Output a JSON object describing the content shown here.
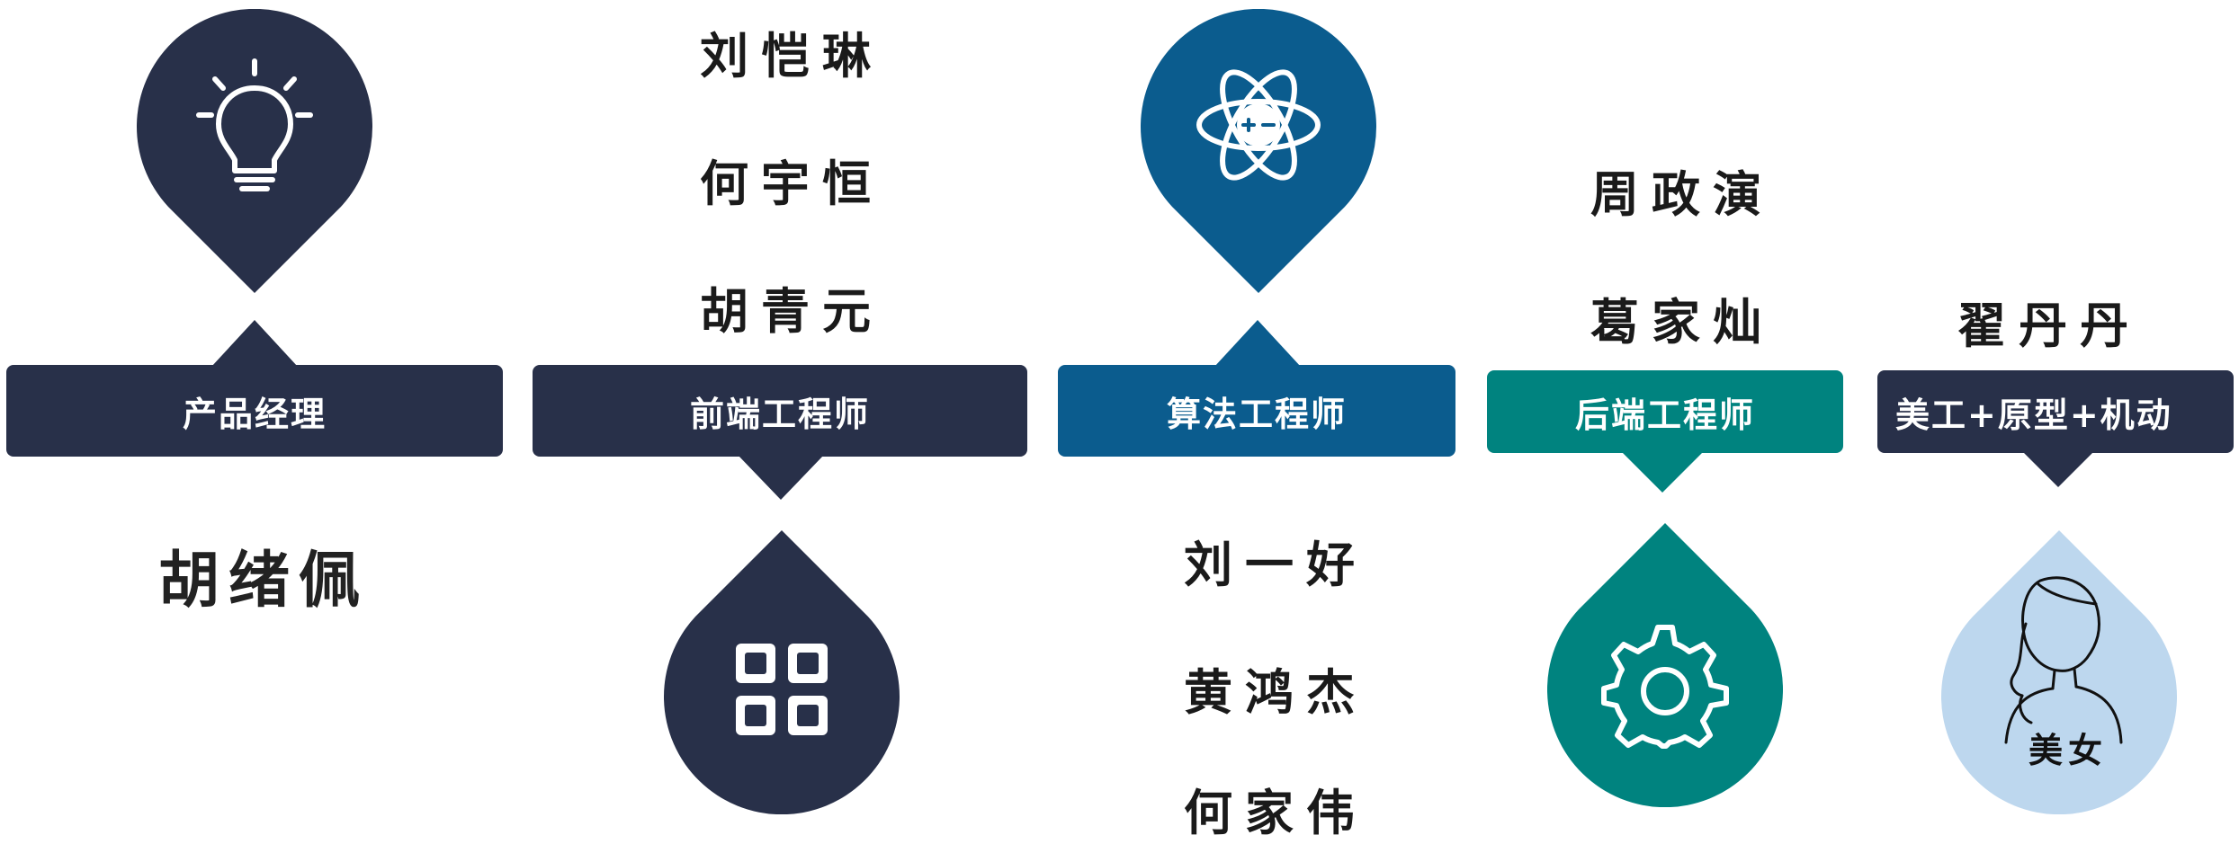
{
  "colors": {
    "navy": "#283049",
    "blue": "#0b5c8e",
    "teal": "#00837f",
    "light_blue": "#bdd7ee",
    "white": "#ffffff"
  },
  "roles": [
    {
      "label": "产品经理",
      "icon": "lightbulb-icon",
      "color": "#283049",
      "members": [
        "胡绪佩"
      ]
    },
    {
      "label": "前端工程师",
      "icon": "grid-apps-icon",
      "color": "#283049",
      "members": [
        "刘恺琳",
        "何宇恒",
        "胡青元"
      ]
    },
    {
      "label": "算法工程师",
      "icon": "atom-icon",
      "color": "#0b5c8e",
      "members": [
        "刘一好",
        "黄鸿杰",
        "何家伟"
      ]
    },
    {
      "label": "后端工程师",
      "icon": "gear-icon",
      "color": "#00837f",
      "members": [
        "周政演",
        "葛家灿"
      ]
    },
    {
      "label": "美工+原型+机动",
      "icon": "woman-portrait-icon",
      "color": "#283049",
      "members": [
        "翟丹丹"
      ],
      "portrait_caption": "美女"
    }
  ]
}
